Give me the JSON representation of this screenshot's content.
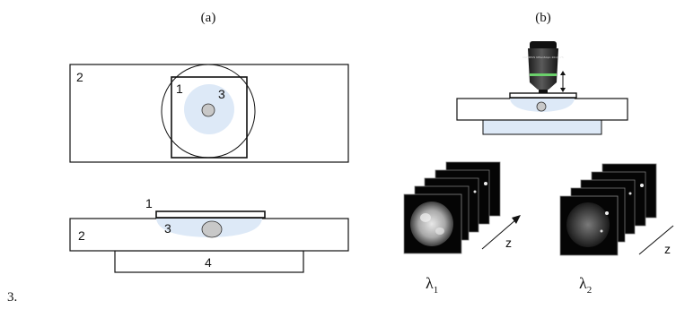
{
  "panel_a": {
    "label": "(a)",
    "top_view": {
      "slide_num": "2",
      "coverslip_num": "1",
      "sample_num": "3"
    },
    "side_view": {
      "coverslip_num": "1",
      "slide_num": "2",
      "sample_num": "3",
      "base_num": "4"
    }
  },
  "panel_b": {
    "label": "(b)",
    "objective_text": "OLYMPUS UPlanSApo 20x/0.75",
    "stack1": {
      "lambda_symbol": "λ",
      "lambda_sub": "1",
      "axis_label": "z"
    },
    "stack2": {
      "lambda_symbol": "λ",
      "lambda_sub": "2",
      "axis_label": "z"
    }
  },
  "footnote": "3.",
  "colors": {
    "medium_blue": "#dde9f7",
    "sample_gray": "#c8c8c8",
    "line": "#111111",
    "objective_green": "#6bd06b"
  }
}
